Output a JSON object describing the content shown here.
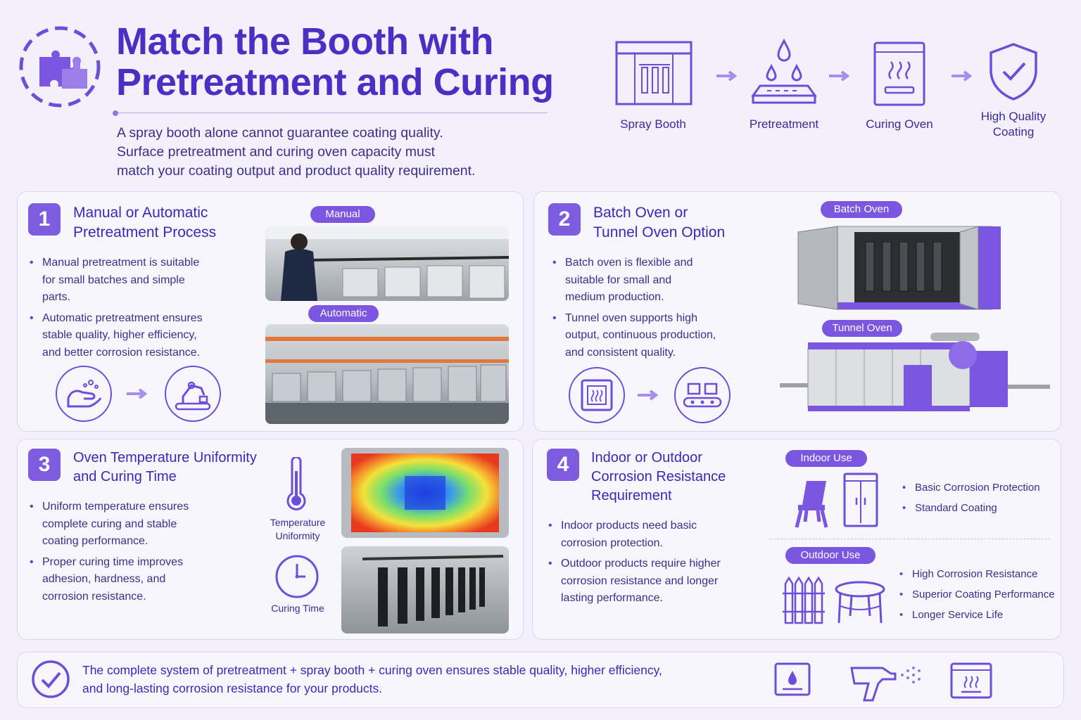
{
  "header": {
    "title_line1": "Match the Booth with",
    "title_line2": "Pretreatment and Curing",
    "intro_line1": "A spray booth alone cannot guarantee coating quality.",
    "intro_line2": "Surface pretreatment and curing oven capacity must",
    "intro_line3": "match your coating output and product quality requirement."
  },
  "flow": {
    "steps": [
      {
        "label": "Spray Booth",
        "icon": "spray-booth-icon"
      },
      {
        "label": "Pretreatment",
        "icon": "pretreatment-icon"
      },
      {
        "label": "Curing Oven",
        "icon": "curing-oven-icon"
      },
      {
        "label_line1": "High Quality",
        "label_line2": "Coating",
        "icon": "shield-check-icon"
      }
    ]
  },
  "section1": {
    "number": "1",
    "title_line1": "Manual or Automatic",
    "title_line2": "Pretreatment Process",
    "bullet1_line1": "Manual pretreatment is suitable",
    "bullet1_line2": "for small batches and simple",
    "bullet1_line3": "parts.",
    "bullet2_line1": "Automatic pretreatment ensures",
    "bullet2_line2": "stable quality, higher efficiency,",
    "bullet2_line3": "and better corrosion resistance.",
    "pill_manual": "Manual",
    "pill_automatic": "Automatic"
  },
  "section2": {
    "number": "2",
    "title_line1": "Batch Oven or",
    "title_line2": "Tunnel Oven Option",
    "bullet1_line1": "Batch oven is flexible and",
    "bullet1_line2": "suitable for small and",
    "bullet1_line3": "medium production.",
    "bullet2_line1": "Tunnel oven supports high",
    "bullet2_line2": "output, continuous production,",
    "bullet2_line3": "and consistent quality.",
    "pill_batch": "Batch Oven",
    "pill_tunnel": "Tunnel Oven"
  },
  "section3": {
    "number": "3",
    "title_line1": "Oven Temperature Uniformity",
    "title_line2": "and Curing Time",
    "bullet1_line1": "Uniform temperature ensures",
    "bullet1_line2": "complete curing and stable",
    "bullet1_line3": "coating performance.",
    "bullet2_line1": "Proper curing time improves",
    "bullet2_line2": "adhesion, hardness, and",
    "bullet2_line3": "corrosion resistance.",
    "temp_label_line1": "Temperature",
    "temp_label_line2": "Uniformity",
    "time_label": "Curing Time"
  },
  "section4": {
    "number": "4",
    "title_line1": "Indoor or Outdoor",
    "title_line2": "Corrosion Resistance",
    "title_line3": "Requirement",
    "bullet1_line1": "Indoor products need basic",
    "bullet1_line2": "corrosion protection.",
    "bullet2_line1": "Outdoor products require higher",
    "bullet2_line2": "corrosion resistance and longer",
    "bullet2_line3": "lasting performance.",
    "pill_indoor": "Indoor Use",
    "pill_outdoor": "Outdoor Use",
    "indoor_points": [
      "Basic Corrosion Protection",
      "Standard Coating"
    ],
    "outdoor_points": [
      "High Corrosion Resistance",
      "Superior Coating Performance",
      "Longer Service Life"
    ]
  },
  "footer": {
    "text_line1": "The complete system of pretreatment + spray booth + curing oven ensures stable quality, higher efficiency,",
    "text_line2": "and long-lasting corrosion resistance for your products."
  },
  "colors": {
    "accent": "#7b56e0",
    "title": "#4a2fc4",
    "text": "#3a2a9a",
    "background": "#f3f0fb"
  }
}
